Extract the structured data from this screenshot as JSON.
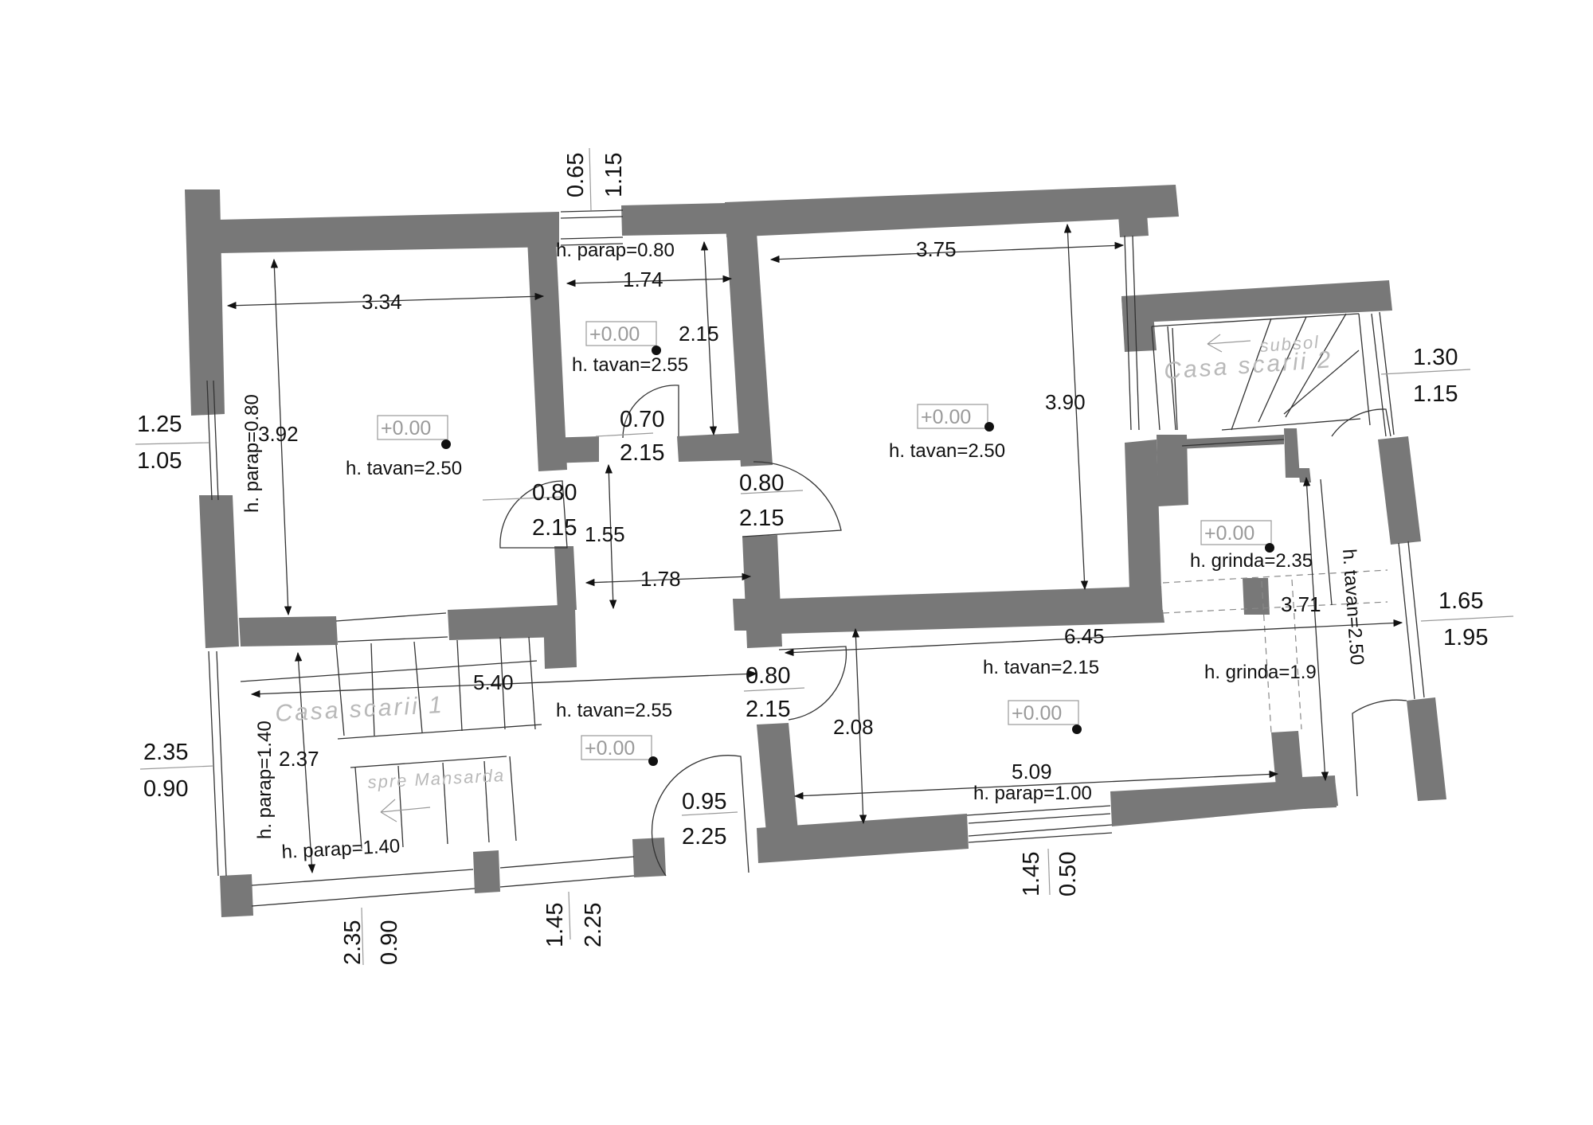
{
  "rooms": {
    "room_a": {
      "width": "3.34",
      "depth": "3.92",
      "ceiling": "h. tavan=2.50",
      "level": "+0.00",
      "sill_left": "h. parap=0.80"
    },
    "room_b": {
      "width": "1.74",
      "depth": "2.15",
      "ceiling": "h. tavan=2.55",
      "level": "+0.00",
      "sill_top": "h. parap=0.80"
    },
    "room_c": {
      "width": "3.75",
      "depth": "3.90",
      "ceiling": "h. tavan=2.50",
      "level": "+0.00"
    },
    "hall": {
      "length": "5.40",
      "width_a": "1.78",
      "depth_a": "1.55",
      "ceiling": "h. tavan=2.55",
      "level": "+0.00",
      "depth_b": "2.37"
    },
    "room_d": {
      "length": "6.45",
      "width": "5.09",
      "depth": "2.08",
      "ceiling": "h. tavan=2.15",
      "level": "+0.00",
      "sill": "h. parap=1.00",
      "beam": "h. grinda=1.9"
    },
    "stair_1": {
      "name": "Casa  scarii  1",
      "direction": "spre  Mansarda",
      "sill_left": "h. parap=1.40",
      "sill_bottom": "h. parap=1.40"
    },
    "stair_2": {
      "name": "Casa  scarii  2",
      "direction": "subsol",
      "level": "+0.00",
      "beam": "h. grinda=2.35",
      "depth": "3.71",
      "ceiling": "h. tavan=2.50"
    }
  },
  "openings": {
    "top_window": {
      "a": "0.65",
      "b": "1.15"
    },
    "left_window": {
      "a": "1.25",
      "b": "1.05"
    },
    "door_b": {
      "a": "0.70",
      "b": "2.15"
    },
    "door_a": {
      "a": "0.80",
      "b": "2.15"
    },
    "door_c": {
      "a": "0.80",
      "b": "2.15"
    },
    "door_d": {
      "a": "0.80",
      "b": "2.15"
    },
    "left_lower_window": {
      "a": "2.35",
      "b": "0.90"
    },
    "bottom_left_window": {
      "a": "2.35",
      "b": "0.90"
    },
    "entry_door": {
      "a": "0.95",
      "b": "2.25"
    },
    "bottom_mid_window": {
      "a": "1.45",
      "b": "2.25"
    },
    "bottom_right_window": {
      "a": "1.45",
      "b": "0.50"
    },
    "right_window_top": {
      "a": "1.30",
      "b": "1.15"
    },
    "right_window_bottom": {
      "a": "1.65",
      "b": "1.95"
    }
  }
}
